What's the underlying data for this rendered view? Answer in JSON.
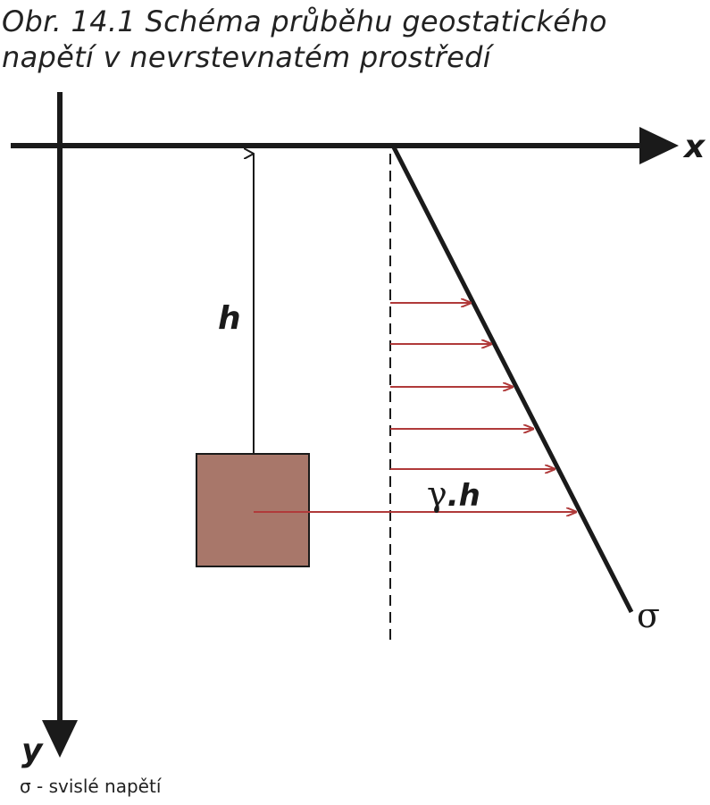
{
  "caption": {
    "line1": "Obr. 14.1  Schéma průběhu geostatického",
    "line2": "napětí v nevrstevnatém prostředí"
  },
  "labels": {
    "x_axis": "x",
    "y_axis": "y",
    "depth": "h",
    "stress_gamma": "γ",
    "stress_dot_h": ".h",
    "sigma": "σ"
  },
  "legend": {
    "text": "σ - svislé napětí"
  },
  "colors": {
    "axes": "#1a1a1a",
    "arrows": "#b03a3a",
    "element_fill": "#a8776a",
    "element_stroke": "#1a1a1a"
  }
}
